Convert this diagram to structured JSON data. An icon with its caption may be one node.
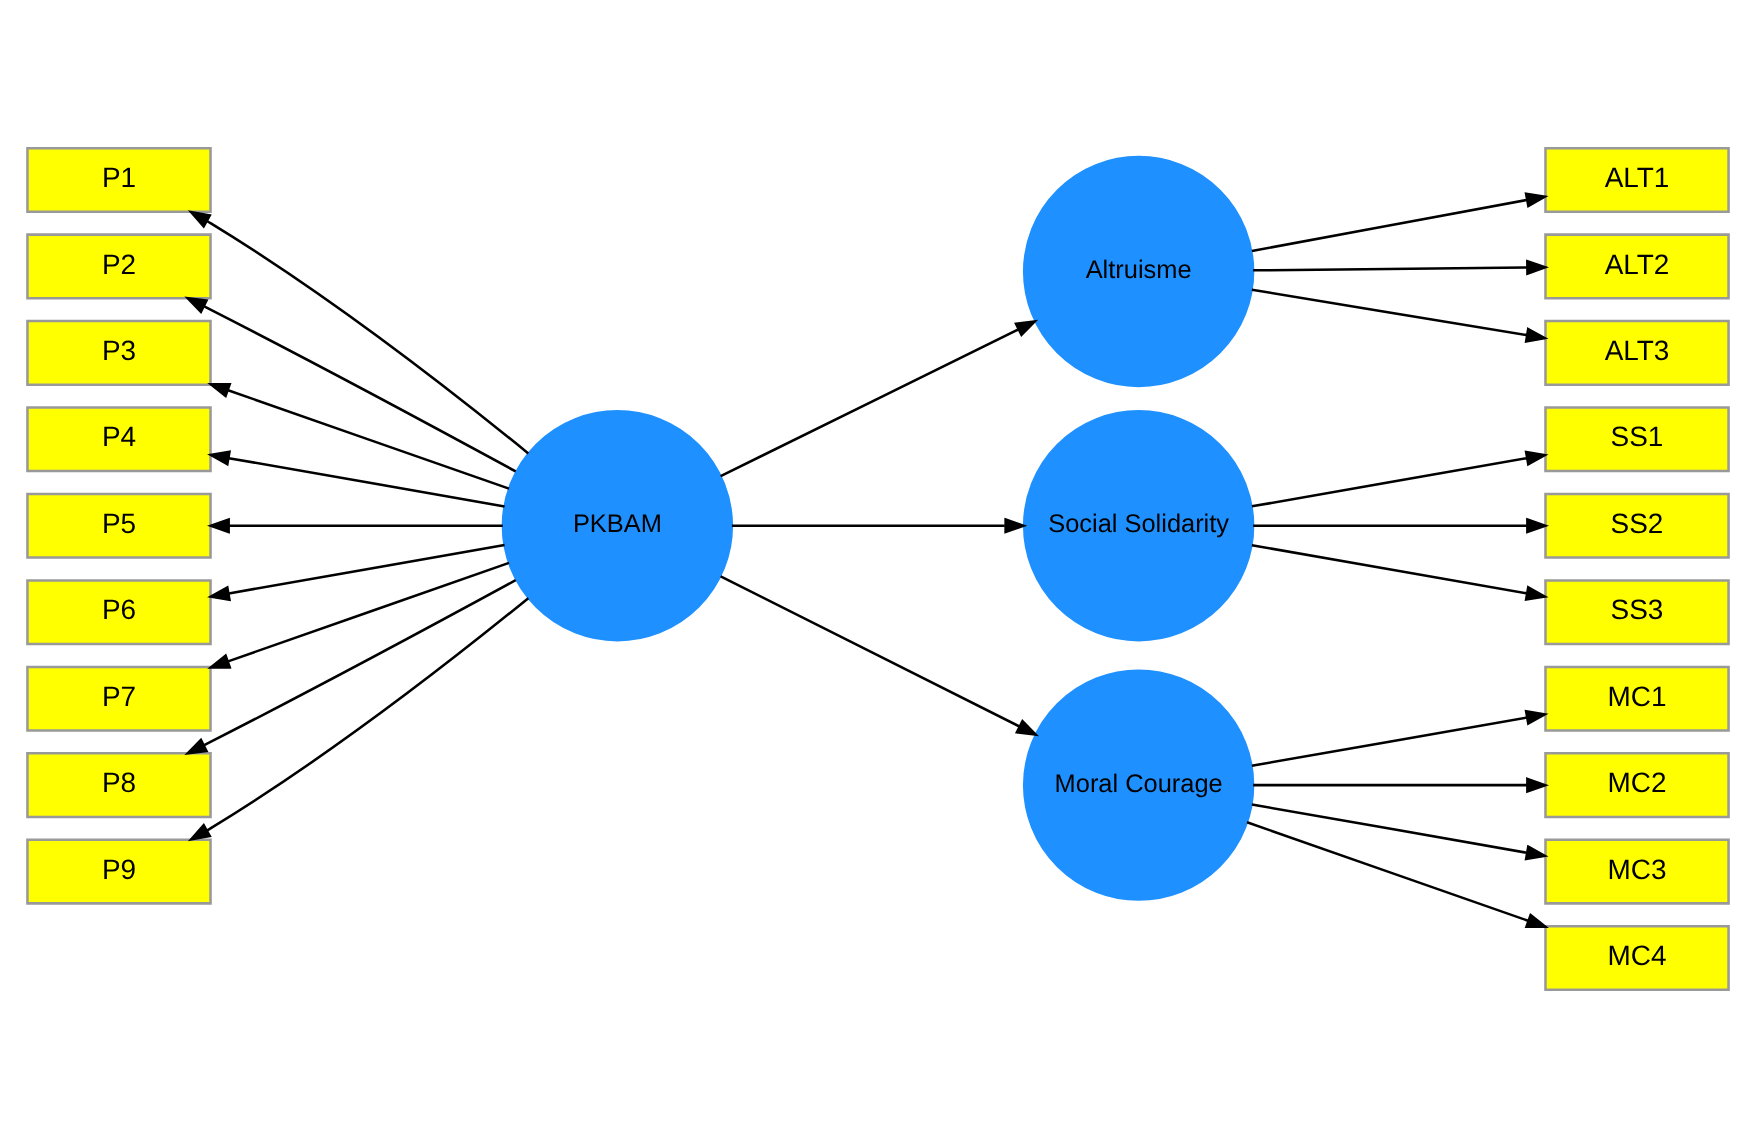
{
  "diagram": {
    "nodes": [
      {
        "text": [
          "P1"
        ]
      },
      {
        "text": [
          "P2"
        ]
      },
      {
        "text": [
          "P3"
        ]
      },
      {
        "text": [
          "P4"
        ]
      },
      {
        "text": [
          "P5"
        ]
      },
      {
        "text": [
          "P6"
        ]
      },
      {
        "text": [
          "P7"
        ]
      },
      {
        "text": [
          "P8"
        ]
      },
      {
        "text": [
          "P9"
        ]
      },
      {
        "text": [
          "PKBAM"
        ]
      },
      {
        "text": [
          "Altruisme"
        ]
      },
      {
        "text": [
          "ALT1"
        ]
      },
      {
        "text": [
          "ALT2"
        ]
      },
      {
        "text": [
          "ALT3"
        ]
      },
      {
        "text": [
          "Social Solidarity"
        ]
      },
      {
        "text": [
          "SS1"
        ]
      },
      {
        "text": [
          "SS2"
        ]
      },
      {
        "text": [
          "SS3"
        ]
      },
      {
        "text": [
          "Moral Courage"
        ]
      },
      {
        "text": [
          "MC1"
        ]
      },
      {
        "text": [
          "MC2"
        ]
      },
      {
        "text": [
          "MC3"
        ]
      },
      {
        "text": [
          "MC4"
        ]
      }
    ],
    "edges": [
      {
        "from": 9,
        "to": 0,
        "arrow": "to"
      },
      {
        "from": 9,
        "to": 1,
        "arrow": "to"
      },
      {
        "from": 9,
        "to": 2,
        "arrow": "to"
      },
      {
        "from": 9,
        "to": 3,
        "arrow": "to"
      },
      {
        "from": 9,
        "to": 4,
        "arrow": "to"
      },
      {
        "from": 9,
        "to": 5,
        "arrow": "to"
      },
      {
        "from": 9,
        "to": 6,
        "arrow": "to"
      },
      {
        "from": 9,
        "to": 7,
        "arrow": "to"
      },
      {
        "from": 9,
        "to": 8,
        "arrow": "to"
      },
      {
        "from": 9,
        "to": 10,
        "arrow": "to"
      },
      {
        "from": 9,
        "to": 14,
        "arrow": "to"
      },
      {
        "from": 9,
        "to": 18,
        "arrow": "to"
      },
      {
        "from": 10,
        "to": 11,
        "arrow": "to"
      },
      {
        "from": 10,
        "to": 12,
        "arrow": "to"
      },
      {
        "from": 10,
        "to": 13,
        "arrow": "to"
      },
      {
        "from": 14,
        "to": 15,
        "arrow": "to"
      },
      {
        "from": 14,
        "to": 16,
        "arrow": "to"
      },
      {
        "from": 14,
        "to": 17,
        "arrow": "to"
      },
      {
        "from": 18,
        "to": 19,
        "arrow": "to"
      },
      {
        "from": 18,
        "to": 20,
        "arrow": "to"
      },
      {
        "from": 18,
        "to": 21,
        "arrow": "to"
      },
      {
        "from": 18,
        "to": 22,
        "arrow": "to"
      }
    ]
  }
}
